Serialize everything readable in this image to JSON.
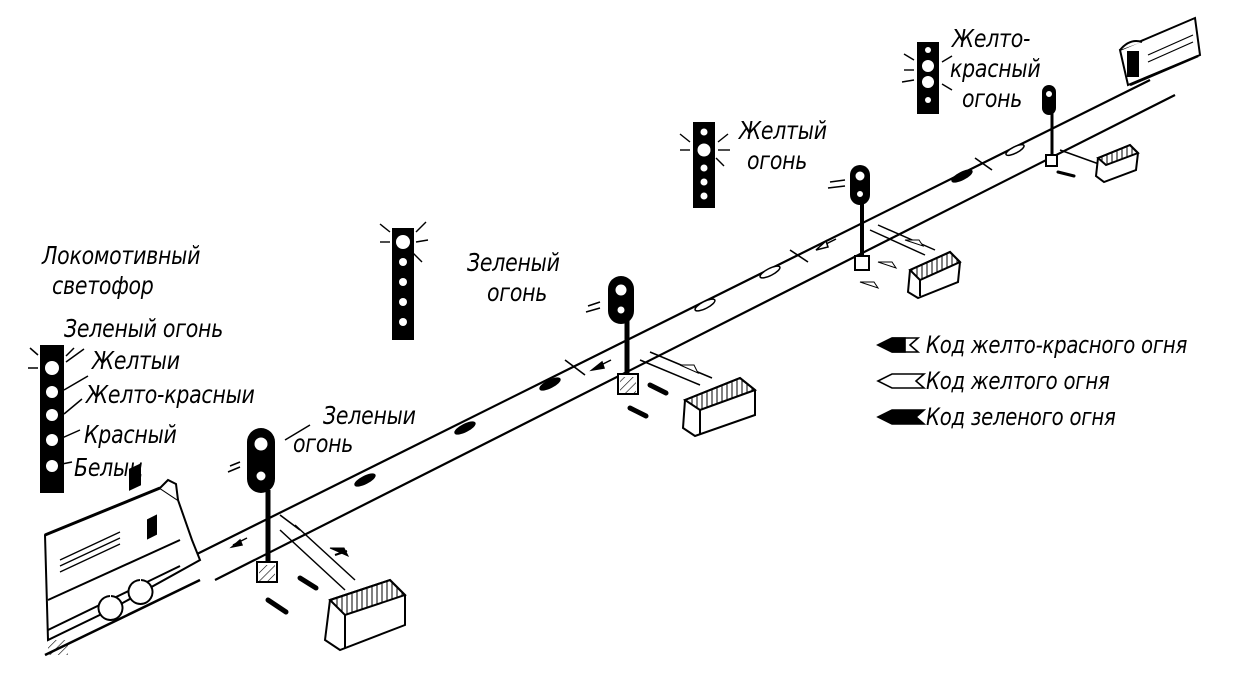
{
  "locomotive_signal": {
    "title_line1": "Локомотивный",
    "title_line2": "светофор",
    "lights": [
      "Зеленый огонь",
      "Желтыи",
      "Желто-красныи",
      "Красный",
      "Белыц"
    ]
  },
  "wayside_signals": [
    {
      "line1": "Зеленыи",
      "line2": "огонь"
    },
    {
      "line1": "Зеленый",
      "line2": "огонь"
    },
    {
      "line1": "Желтый",
      "line2": "огонь"
    },
    {
      "line1": "Желто-",
      "line2": "красный",
      "line3": "огонь"
    }
  ],
  "legend": [
    {
      "label": "Код желто-красного огня",
      "symbol": "half-filled-arrow"
    },
    {
      "label": "Код желтого огня",
      "symbol": "hollow-arrow"
    },
    {
      "label": "Код зеленого огня",
      "symbol": "filled-arrow"
    }
  ],
  "colors": {
    "ink": "#000000",
    "paper": "#ffffff"
  }
}
